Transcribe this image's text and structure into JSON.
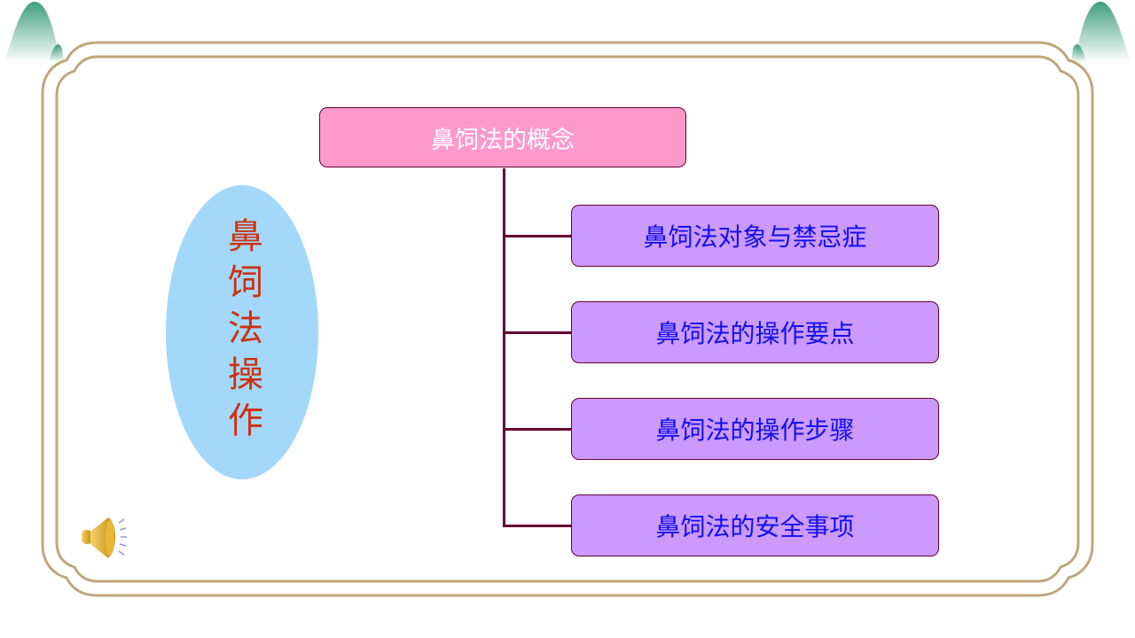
{
  "diagram": {
    "side_title": "鼻饲法操作",
    "root": "鼻饲法的概念",
    "children": [
      "鼻饲法对象与禁忌症",
      "鼻饲法的操作要点",
      "鼻饲法的操作步骤",
      "鼻饲法的安全事项"
    ]
  },
  "colors": {
    "root_fill": "#ff99cc",
    "child_fill": "#cc99ff",
    "connector": "#660033",
    "child_text": "#1010ee",
    "frame": "#bfa77a",
    "ellipse": "#a3d8fb",
    "side_title": "#cc3311"
  },
  "icons": {
    "audio": "speaker-icon",
    "decor": "mountain-icon"
  }
}
